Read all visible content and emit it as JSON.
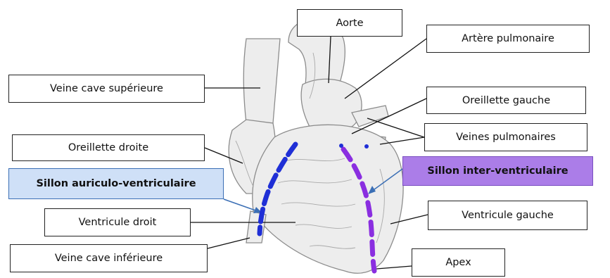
{
  "labels": {
    "aorte": "Aorte",
    "artere_pulmonaire": "Artère pulmonaire",
    "veine_cave_superieure": "Veine cave supérieure",
    "oreillette_gauche": "Oreillette gauche",
    "veines_pulmonaires": "Veines pulmonaires",
    "oreillette_droite": "Oreillette droite",
    "sillon_av": "Sillon auriculo-ventriculaire",
    "sillon_iv": "Sillon inter-ventriculaire",
    "ventricule_droit": "Ventricule droit",
    "ventricule_gauche": "Ventricule gauche",
    "veine_cave_inferieure": "Veine cave inférieure",
    "apex": "Apex"
  },
  "colors": {
    "box_border": "#222222",
    "blue_box_fill": "#cfe0f7",
    "blue_box_border": "#3b6fb5",
    "purple_box_fill": "#ab7de8",
    "purple_box_border": "#7a4fc0",
    "sillon_av_dash": "#1f2fd6",
    "sillon_iv_dash": "#8a2ee0",
    "heart_fill": "#efefef",
    "heart_outline": "#8a8a8a"
  }
}
